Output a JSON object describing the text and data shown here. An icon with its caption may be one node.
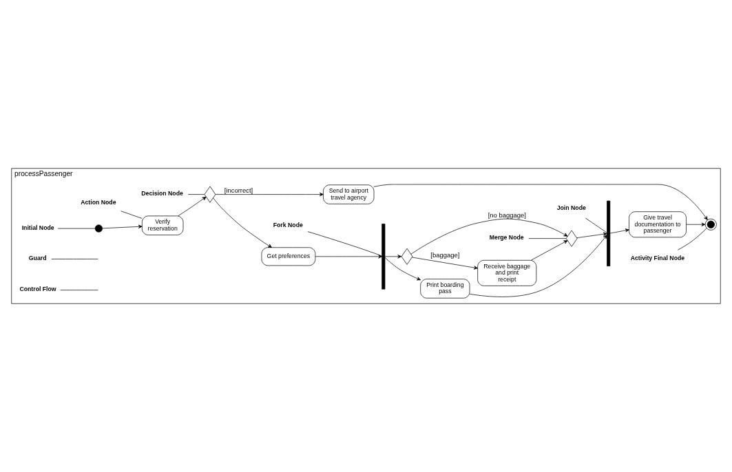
{
  "diagram": {
    "nodes": [
      {
        "text": [
          "processPassenger"
        ]
      },
      {
        "text": [],
        "shape": "circle",
        "in": 0
      },
      {
        "text": [
          "Verify reservation"
        ],
        "in": 0
      },
      {
        "text": [],
        "shape": "diamond",
        "in": 0
      },
      {
        "text": [
          "Get preferences"
        ],
        "in": 0
      },
      {
        "text": [
          "Send to airport travel agency"
        ],
        "in": 0
      },
      {
        "text": [],
        "shape": "bar",
        "in": 0
      },
      {
        "text": [
          "Print boarding pass"
        ],
        "in": 0
      },
      {
        "text": [],
        "shape": "diamond",
        "in": 0
      },
      {
        "text": [
          "Receive baggage and print receipt"
        ],
        "in": 0
      },
      {
        "text": [],
        "shape": "diamond",
        "in": 0
      },
      {
        "text": [],
        "shape": "bar",
        "in": 0
      },
      {
        "text": [
          "Give travel documentation to passenger"
        ],
        "in": 0
      },
      {
        "text": [],
        "shape": "circle",
        "in": 0
      },
      {
        "text": [
          "Action Node"
        ],
        "in": 0
      },
      {
        "text": [
          "Decision Node"
        ],
        "in": 0
      },
      {
        "text": [
          "Fork Node"
        ],
        "in": 0
      },
      {
        "text": [
          "Join Node"
        ],
        "in": 0
      },
      {
        "text": [
          "Initial Node"
        ],
        "in": 0
      },
      {
        "text": [
          "Guard"
        ],
        "in": 0
      },
      {
        "text": [
          "Control Flow"
        ],
        "in": 0
      },
      {
        "text": [
          "Merge Node"
        ],
        "in": 0
      },
      {
        "text": [
          "Activity Final Node"
        ],
        "in": 0
      }
    ],
    "edges": [
      {
        "from": 1,
        "to": 2,
        "arrow": "to"
      },
      {
        "from": 2,
        "to": 3,
        "arrow": "to"
      },
      {
        "from": 3,
        "to": 4,
        "arrow": "to"
      },
      {
        "from": 3,
        "to": 5,
        "arrow": "to",
        "label": "[incorrect]"
      },
      {
        "from": 4,
        "to": 6,
        "arrow": "to"
      },
      {
        "from": 6,
        "to": 7,
        "arrow": "to"
      },
      {
        "from": 6,
        "to": 8,
        "arrow": "to"
      },
      {
        "from": 8,
        "to": 9,
        "arrow": "to",
        "label": "[baggage]"
      },
      {
        "from": 8,
        "to": 10,
        "arrow": "to",
        "label": "[no baggage]"
      },
      {
        "from": 9,
        "to": 10,
        "arrow": "to"
      },
      {
        "from": 7,
        "to": 11,
        "arrow": "to"
      },
      {
        "from": 10,
        "to": 11,
        "arrow": "to"
      },
      {
        "from": 11,
        "to": 12,
        "arrow": "to"
      },
      {
        "from": 12,
        "to": 13,
        "arrow": "to"
      },
      {
        "from": 5,
        "to": 13,
        "arrow": "to"
      },
      {
        "from": 14,
        "to": 2,
        "arrow": "none"
      },
      {
        "from": 15,
        "to": 3,
        "arrow": "none"
      },
      {
        "from": 16,
        "to": 6,
        "arrow": "none"
      },
      {
        "from": 17,
        "to": 11,
        "arrow": "none"
      },
      {
        "from": 18,
        "to": 1,
        "arrow": "none"
      },
      {
        "from": 19,
        "to": null,
        "arrow": "none"
      },
      {
        "from": 20,
        "to": null,
        "arrow": "none"
      },
      {
        "from": 21,
        "to": 10,
        "arrow": "none"
      },
      {
        "from": 22,
        "to": 13,
        "arrow": "none"
      }
    ]
  }
}
